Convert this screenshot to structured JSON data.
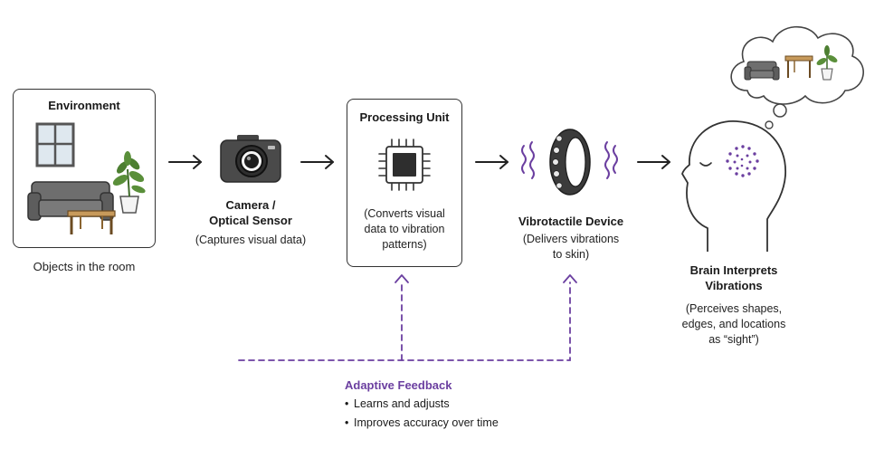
{
  "environment": {
    "title": "Environment",
    "caption": "Objects in the room"
  },
  "camera": {
    "title_line1": "Camera /",
    "title_line2": "Optical Sensor",
    "desc": "(Captures visual data)"
  },
  "processing": {
    "title": "Processing Unit",
    "desc_line1": "(Converts visual",
    "desc_line2": "data to vibration",
    "desc_line3": "patterns)"
  },
  "device": {
    "title": "Vibrotactile Device",
    "desc_line1": "(Delivers vibrations",
    "desc_line2": "to skin)"
  },
  "brain": {
    "title_line1": "Brain Interprets",
    "title_line2": "Vibrations",
    "desc_line1": "(Perceives shapes,",
    "desc_line2": "edges, and locations",
    "desc_line3": "as “sight”)"
  },
  "feedback": {
    "title": "Adaptive Feedback",
    "items": [
      "Learns and adjusts",
      "Improves accuracy over time"
    ]
  },
  "colors": {
    "accent": "#6b3fa0",
    "stroke": "#333333"
  }
}
